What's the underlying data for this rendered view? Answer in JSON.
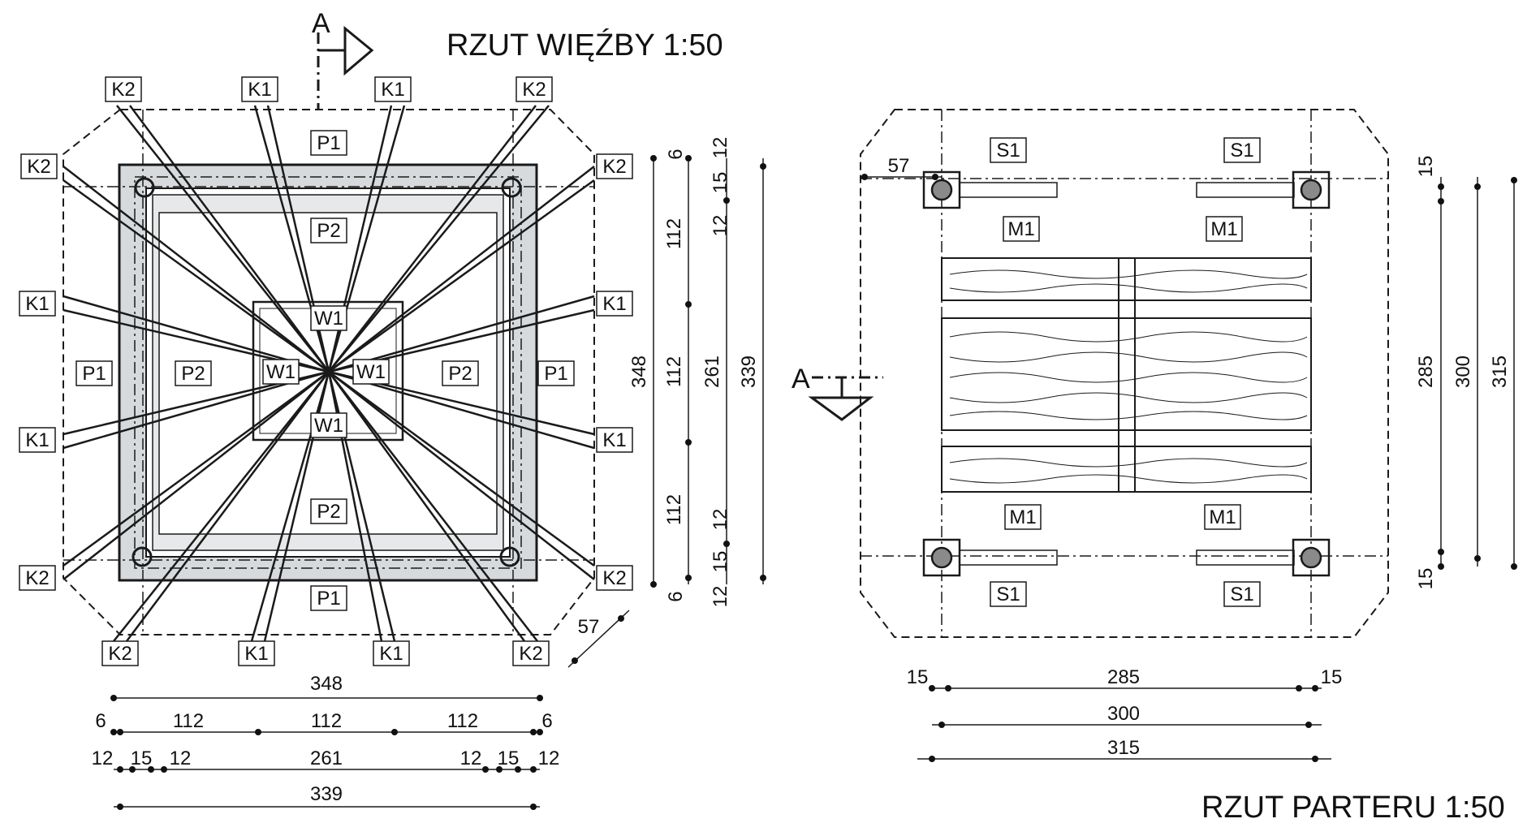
{
  "titles": {
    "roof_plan": "RZUT WIĘŹBY  1:50",
    "ground_plan": "RZUT PARTERU  1:50",
    "section_mark": "A"
  },
  "roof_plan": {
    "labels": {
      "k1": "K1",
      "k2": "K2",
      "p1": "P1",
      "p2": "P2",
      "w1": "W1"
    },
    "dims_bottom": {
      "row1": [
        "348"
      ],
      "row2": [
        "6",
        "112",
        "112",
        "112",
        "6"
      ],
      "row3": [
        "12",
        "15",
        "12",
        "261",
        "12",
        "15",
        "12"
      ],
      "row4": [
        "339"
      ]
    },
    "dims_right": {
      "outer": "348",
      "segments": [
        "112",
        "112",
        "112"
      ],
      "inner": "261",
      "total": "339",
      "small": [
        "6",
        "12",
        "15",
        "12",
        "12",
        "15",
        "12",
        "6"
      ]
    },
    "overhang": "57"
  },
  "ground_plan": {
    "labels": {
      "s1": "S1",
      "m1": "M1"
    },
    "overhang": "57",
    "dims_bottom": {
      "row1": [
        "15",
        "285",
        "15"
      ],
      "row2": [
        "300"
      ],
      "row3": [
        "315"
      ]
    },
    "dims_right": [
      "15",
      "285",
      "300",
      "315",
      "15"
    ]
  },
  "colors": {
    "line": "#1a1a1a",
    "beam_fill": "#d7dadd",
    "post_fill": "#8a8a8a"
  }
}
